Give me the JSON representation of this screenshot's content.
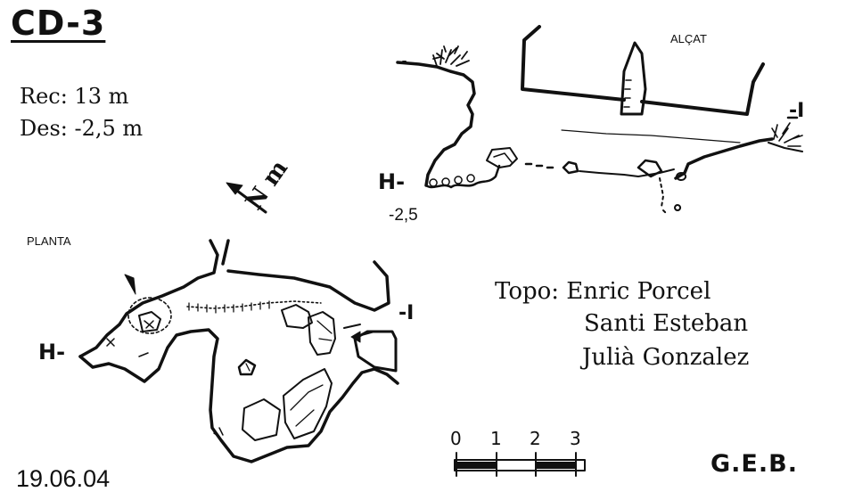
{
  "sheet": {
    "title": "CD-3",
    "survey": {
      "rec": "Rec: 13 m",
      "des": "Des: -2,5 m"
    },
    "views": {
      "plan": "PLANTA",
      "elevation": "ALÇAT"
    },
    "markers": {
      "entrance_h": "H-",
      "entrance_i": "-I",
      "depth_label": "-2,5"
    },
    "north": "N m",
    "credits": {
      "topo": "Topo: Enric Porcel",
      "name2": "Santi Esteban",
      "name3": "Julià Gonzalez"
    },
    "date": "19.06.04",
    "club": "G.E.B.",
    "scale": {
      "ticks": [
        "0",
        "1",
        "2",
        "3"
      ],
      "unit_span_m": 3
    }
  },
  "colors": {
    "ink": "#111111",
    "paper": "#ffffff"
  }
}
